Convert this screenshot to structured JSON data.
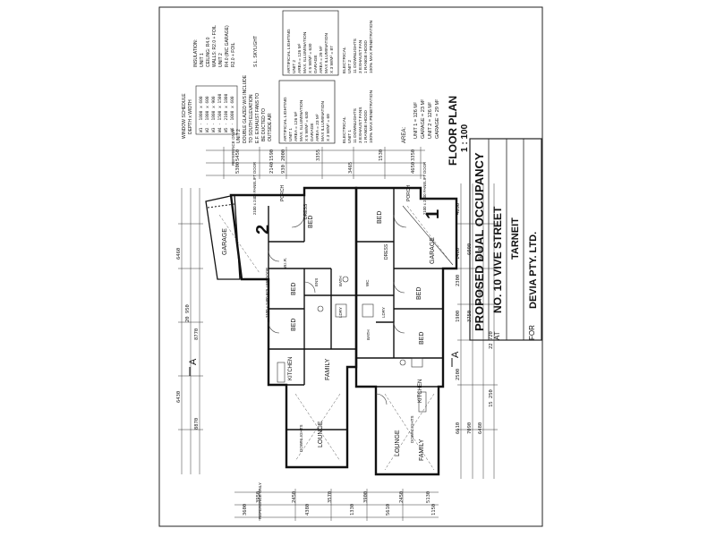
{
  "title_block": {
    "line1": "PROPOSED DUAL OCCUPANCY",
    "line2_prefix": "AT",
    "line2": "NO. 10 VIVE STREET",
    "line3": "TARNEIT",
    "line4_prefix": "FOR",
    "line4": "DEVIA PTY. LTD."
  },
  "plan": {
    "title": "FLOOR PLAN",
    "scale": "1 : 100"
  },
  "areas": {
    "heading": "AREA:",
    "lines": [
      "UNIT 1 = 126 M²",
      "GARAGE = 23 M²",
      "UNIT 2 = 126 M²",
      "GARAGE = 29 M²"
    ]
  },
  "notes": {
    "insulation": [
      "INSULATION:",
      "UNIT 1",
      "CEILING: R4.0",
      "WALLS: R2.0 + FOIL",
      "UNIT 2",
      "R4.0 (INC GARAGE)",
      "R2.0 + FOIL"
    ],
    "window_schedule": [
      "WINDOW SCHEDULE",
      "DEPTH x WIDTH"
    ],
    "window_rows": [
      "W1 - 1800 x 600",
      "W2 - 1800 x 600",
      "W3 - 1800 x 900",
      "W4 - 1500 x 1500",
      "W5 - 2100 x 1800",
      "W6 - 1000 x 600"
    ],
    "unit2_glazing": [
      "UNIT 2",
      "DOUBLE GLAZED W/S INCLUDE",
      "TO SOUTH ELEVATION"
    ],
    "skylight": "S.L. SKYLIGHT",
    "exhaust": [
      "E.F.  EXHAUST FANS TO",
      "BE DUCTED TO",
      "OUTSIDE AIR"
    ],
    "lighting_u2": [
      "ARTIFICIAL LIGHTING",
      "UNIT 2",
      "AREA = 126 M²",
      "MAX. ILLUMINATION",
      "X 5 W/M² = 630",
      "GARAGE",
      "AREA = 29 M²",
      "MAX ILLUMINATION",
      "X 3 W/M² = 87"
    ],
    "lighting_u1": [
      "ARTIFICIAL LIGHTING",
      "UNIT 1",
      "AREA = 126 M²",
      "MAX. ILLUMINATION",
      "X 5 W/M² = 630",
      "GARAGE",
      "AREA = 23 M²",
      "MAX ILLUMINATION",
      "X 3 W/M² = 69"
    ],
    "electrical_u2": [
      "ELECTRICAL",
      "UNIT 2",
      "11 DOWNLIGHTS",
      "3 EXHAUST FAN",
      "1 RANGE HOOD",
      "100% MAX PENETRATION"
    ],
    "electrical_u1": [
      "ELECTRICAL",
      "UNIT 1",
      "11 DOWNLIGHTS",
      "3 EXHAUST FANS",
      "1 RANGE HOOD",
      "100% MAX PENETRATION"
    ]
  },
  "rooms": {
    "unit2_number": "2",
    "unit1_number": "1",
    "garage": "GARAGE",
    "bed": "BED",
    "family": "FAMILY",
    "lounge": "LOUNGE",
    "kitchen": "KITCHEN",
    "porch": "PORCH",
    "dress": "DRESS",
    "bath": "BATH",
    "wc": "WC",
    "ldry": "LDRY",
    "ens": "ENS",
    "wir": "W.I.R.",
    "downlights": "DOWNLIGHTS",
    "section": "A"
  },
  "dimensions": {
    "top_row": [
      "5450",
      "1590",
      "2000",
      "3355",
      "1530",
      "3350"
    ],
    "top_row2": [
      "5300",
      "2140",
      "930",
      "3465",
      "4650"
    ],
    "bottom_row": [
      "3950",
      "2450",
      "3570",
      "3900",
      "2450",
      "5130"
    ],
    "bottom_row2": [
      "3600",
      "4380",
      "1330",
      "5610",
      "1150"
    ],
    "left_col": [
      "6460",
      "20 950",
      "8770",
      "6430",
      "8870"
    ],
    "right_col": [
      "4050",
      "6000",
      "1400",
      "2300",
      "1900",
      "3750",
      "2500",
      "14 480",
      "6430",
      "22 720",
      "6610",
      "7090",
      "6480",
      "15 250"
    ],
    "reference": "REFERENCE ONLY",
    "door1": "2100 x 2400 PANELIFT DOOR",
    "door2": "2100 x 2400 PANELIFT DOOR",
    "roller": "2100 x 2400 ROLLER DOOR"
  }
}
